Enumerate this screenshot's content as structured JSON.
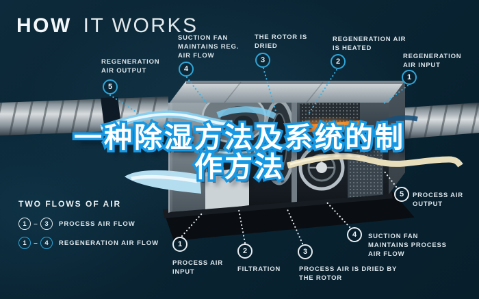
{
  "title": {
    "part1": "HOW",
    "part2": "IT WORKS"
  },
  "overlay_title": {
    "line1": "一种除湿方法及系统的制",
    "line2": "作方法"
  },
  "legend": {
    "title": "TWO FLOWS OF AIR",
    "rows": [
      {
        "from": "1",
        "dash": "–",
        "to": "3",
        "label": "PROCESS AIR FLOW"
      },
      {
        "from": "1",
        "dash": "–",
        "to": "4",
        "label": "REGENERATION AIR FLOW"
      }
    ]
  },
  "callouts": {
    "regeneration": [
      {
        "num": "1",
        "label": "REGENERATION AIR INPUT"
      },
      {
        "num": "2",
        "label": "REGENERATION AIR IS HEATED"
      },
      {
        "num": "3",
        "label": "THE ROTOR IS DRIED"
      },
      {
        "num": "4",
        "label": "SUCTION FAN MAINTAINS REG. AIR FLOW"
      },
      {
        "num": "5",
        "label": "REGENERATION AIR OUTPUT"
      }
    ],
    "process": [
      {
        "num": "1",
        "label": "PROCESS AIR INPUT"
      },
      {
        "num": "2",
        "label": "FILTRATION"
      },
      {
        "num": "3",
        "label": "PROCESS AIR IS DRIED BY THE ROTOR"
      },
      {
        "num": "4",
        "label": "SUCTION FAN MAINTAINS PROCESS AIR FLOW"
      },
      {
        "num": "5",
        "label": "PROCESS AIR OUTPUT"
      }
    ]
  },
  "colors": {
    "background": "#0a2433",
    "accent_cyan": "#2fa6d9",
    "label_text": "#dce5eb",
    "overlay_fill": "#ffffff",
    "overlay_stroke": "#1798e3",
    "heater_orange": "#f08020",
    "cream_ribbon": "#e8debb"
  }
}
